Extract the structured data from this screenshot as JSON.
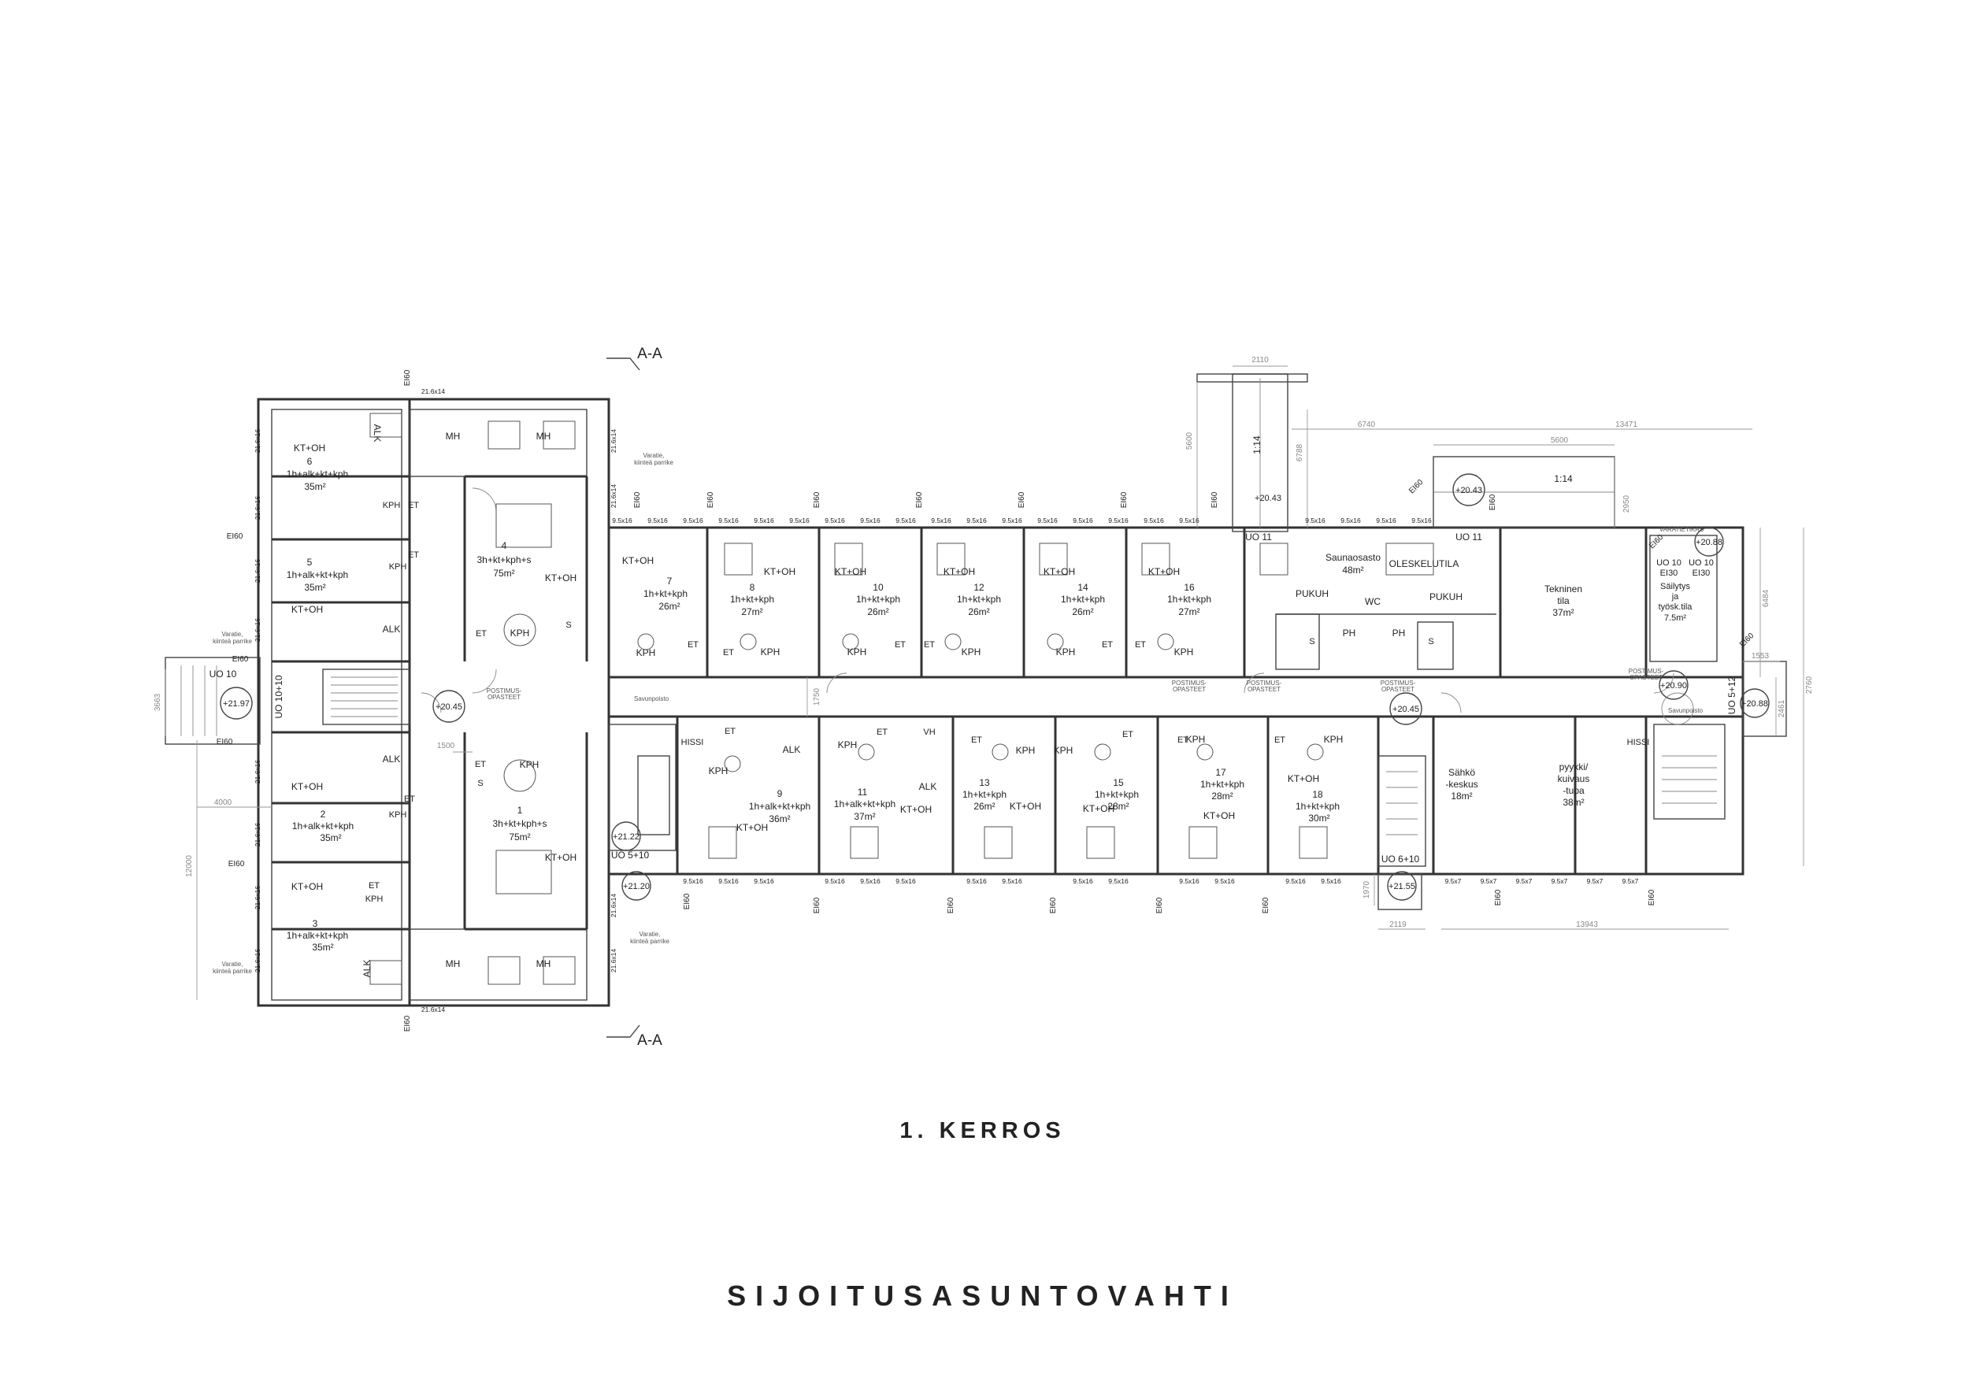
{
  "floor_title": "1. KERROS",
  "brand": "SIJOITUSASUNTOVAHTI",
  "section_marker": "A-A",
  "apartments": [
    {
      "no": "6",
      "type": "1h+alk+kt+kph",
      "area": "35m²"
    },
    {
      "no": "5",
      "type": "1h+alk+kt+kph",
      "area": "35m²"
    },
    {
      "no": "4",
      "type": "3h+kt+kph+s",
      "area": "75m²"
    },
    {
      "no": "7",
      "type": "1h+kt+kph",
      "area": "26m²"
    },
    {
      "no": "8",
      "type": "1h+kt+kph",
      "area": "27m²"
    },
    {
      "no": "10",
      "type": "1h+kt+kph",
      "area": "26m²"
    },
    {
      "no": "12",
      "type": "1h+kt+kph",
      "area": "26m²"
    },
    {
      "no": "14",
      "type": "1h+kt+kph",
      "area": "26m²"
    },
    {
      "no": "16",
      "type": "1h+kt+kph",
      "area": "27m²"
    },
    {
      "no": "2",
      "type": "1h+alk+kt+kph",
      "area": "35m²"
    },
    {
      "no": "3",
      "type": "1h+alk+kt+kph",
      "area": "35m²"
    },
    {
      "no": "1",
      "type": "3h+kt+kph+s",
      "area": "75m²"
    },
    {
      "no": "9",
      "type": "1h+alk+kt+kph",
      "area": "36m²"
    },
    {
      "no": "11",
      "type": "1h+alk+kt+kph",
      "area": "37m²"
    },
    {
      "no": "13",
      "type": "1h+kt+kph",
      "area": "26m²"
    },
    {
      "no": "15",
      "type": "1h+kt+kph",
      "area": "28m²"
    },
    {
      "no": "17",
      "type": "1h+kt+kph",
      "area": "28m²"
    },
    {
      "no": "18",
      "type": "1h+kt+kph",
      "area": "30m²"
    }
  ],
  "rooms": {
    "kt_oh": "KT+OH",
    "kph": "KPH",
    "et": "ET",
    "alk": "ALK",
    "mh": "MH",
    "hissi": "HISSI",
    "vh": "VH",
    "pukuh": "PUKUH",
    "wc": "WC",
    "ph": "PH",
    "s": "S",
    "saunaosasto": "Saunaosasto",
    "saunaosasto_area": "48m²",
    "oleskelutila": "OLESKELUTILA",
    "tekninen_1": "Tekninen",
    "tekninen_2": "tila",
    "tekninen_area": "37m²",
    "sailytys_1": "Säilytys",
    "sailytys_2": "ja",
    "sailytys_3": "työsk.tila",
    "sailytys_area": "7.5m²",
    "sahko_1": "Sähkö",
    "sahko_2": "-keskus",
    "sahko_area": "18m²",
    "pyykki_1": "pyykki/",
    "pyykki_2": "kuivaus",
    "pyykki_3": "-tupa",
    "pyykki_area": "38m²",
    "postimus": "POSTIMUS-",
    "opasteet": "OPASTEET",
    "varatietikas": "VARATIETIKAS",
    "varatie": "Varatie,",
    "varatie_2": "kiinteä parrike",
    "sauvo": "Savunpoisto",
    "ei30": "EI30"
  },
  "exits": {
    "uo10": "UO 10",
    "uo10_10": "UO 10+10",
    "uo11": "UO 11",
    "uo5_10": "UO 5+10",
    "uo6_10": "UO 6+10",
    "uo5_12": "UO 5+12",
    "uo10_b": "UO 10",
    "uo10_c": "UO 10"
  },
  "levels": {
    "l2197": "+21.97",
    "l2045a": "+20.45",
    "l2122": "+21.22",
    "l2120": "+21.20",
    "l2043a": "+20.43",
    "l2043b": "+20.43",
    "l2045b": "+20.45",
    "l2155": "+21.55",
    "l2088a": "+20.88",
    "l2090": "+20.90",
    "l2088b": "+20.88"
  },
  "labels": {
    "ei60": "EI60",
    "window_a": "9.5x16",
    "window_b": "9.5x7",
    "window_c": "21.6x16",
    "window_d": "21.6x14",
    "ramp": "1:14"
  },
  "dimensions": {
    "d2110": "2110",
    "d5600a": "5600",
    "d6788": "6788",
    "d6740": "6740",
    "d13471": "13471",
    "d5600b": "5600",
    "d2950": "2950",
    "d6484": "6484",
    "d1553": "1553",
    "d2461": "2461",
    "d2760": "2760",
    "d3663": "3663",
    "d4000": "4000",
    "d1500": "1500",
    "d12000": "12000",
    "d2119": "2119",
    "d13943": "13943",
    "d1750": "1750",
    "d1970": "1970"
  }
}
